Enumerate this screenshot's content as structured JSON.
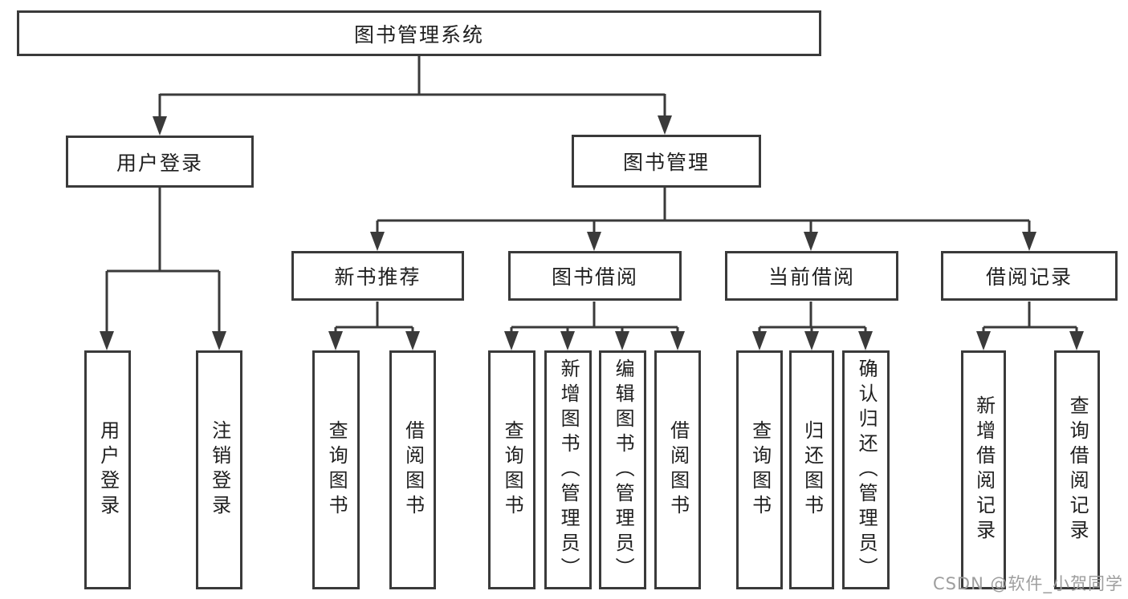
{
  "diagram": {
    "root": "图书管理系统",
    "branches": [
      {
        "label": "用户登录",
        "leaves": [
          "用户登录",
          "注销登录"
        ]
      },
      {
        "label": "图书管理",
        "children": [
          {
            "label": "新书推荐",
            "leaves": [
              "查询图书",
              "借阅图书"
            ]
          },
          {
            "label": "图书借阅",
            "leaves": [
              "查询图书",
              "新增图书（管理员）",
              "编辑图书（管理员）",
              "借阅图书"
            ]
          },
          {
            "label": "当前借阅",
            "leaves": [
              "查询图书",
              "归还图书",
              "确认归还（管理员）"
            ]
          },
          {
            "label": "借阅记录",
            "leaves": [
              "新增借阅记录",
              "查询借阅记录"
            ]
          }
        ]
      }
    ]
  },
  "watermark": "CSDN @软件_小贺同学",
  "colors": {
    "line": "#3a3a3a",
    "text": "#1f1f1f",
    "watermark": "#9e9e9e",
    "background": "#ffffff"
  }
}
